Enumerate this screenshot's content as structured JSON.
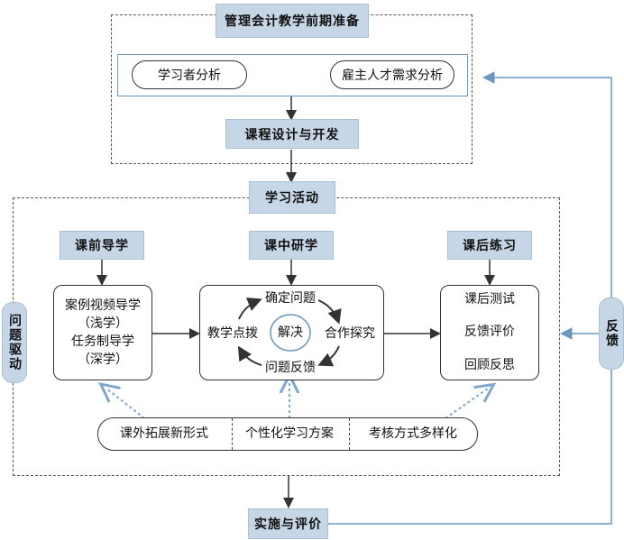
{
  "prep": {
    "title": "管理会计教学前期准备",
    "learner": "学习者分析",
    "employer": "雇主人才需求分析",
    "course": "课程设计与开发"
  },
  "activity": {
    "title": "学习活动",
    "pre": "课前导学",
    "mid": "课中研学",
    "post": "课后练习",
    "pre_lines": [
      "案例视频导学",
      "（浅学）",
      "任务制导学",
      "（深学）"
    ],
    "cycle": {
      "top": "确定问题",
      "right": "合作探究",
      "bottom": "问题反馈",
      "left": "教学点拨",
      "center": "解决"
    },
    "post_items": [
      "课后测试",
      "反馈评价",
      "回顾反思"
    ],
    "supports": [
      "课外拓展新形式",
      "个性化学习方案",
      "考核方式多样化"
    ]
  },
  "side": {
    "left": "问题驱动",
    "right": "反馈"
  },
  "evaluation": "实施与评价",
  "colors": {
    "accent_fill": "#c6d6e6",
    "arrow_blue": "#6b96c0",
    "dashed_blue": "#7fa7cc"
  }
}
